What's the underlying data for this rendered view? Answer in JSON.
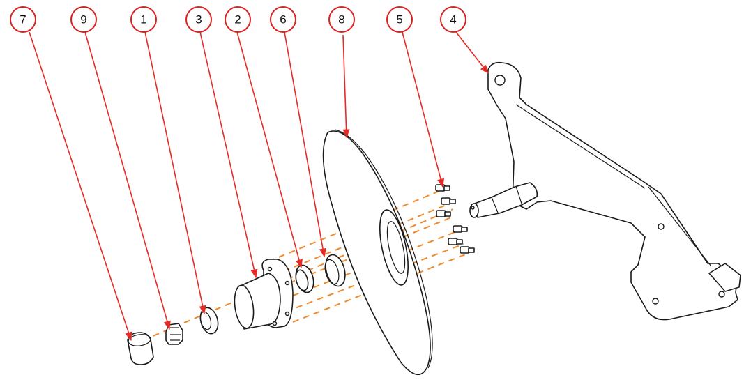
{
  "colors": {
    "callout": "#d9221f",
    "leader": "#e62b26",
    "axis": "#f08a2c",
    "outline": "#1a1a1a",
    "background": "#ffffff"
  },
  "callouts": [
    {
      "id": "c7",
      "label": "7"
    },
    {
      "id": "c9",
      "label": "9"
    },
    {
      "id": "c1",
      "label": "1"
    },
    {
      "id": "c3",
      "label": "3"
    },
    {
      "id": "c2",
      "label": "2"
    },
    {
      "id": "c6",
      "label": "6"
    },
    {
      "id": "c8",
      "label": "8"
    },
    {
      "id": "c5",
      "label": "5"
    },
    {
      "id": "c4",
      "label": "4"
    }
  ]
}
